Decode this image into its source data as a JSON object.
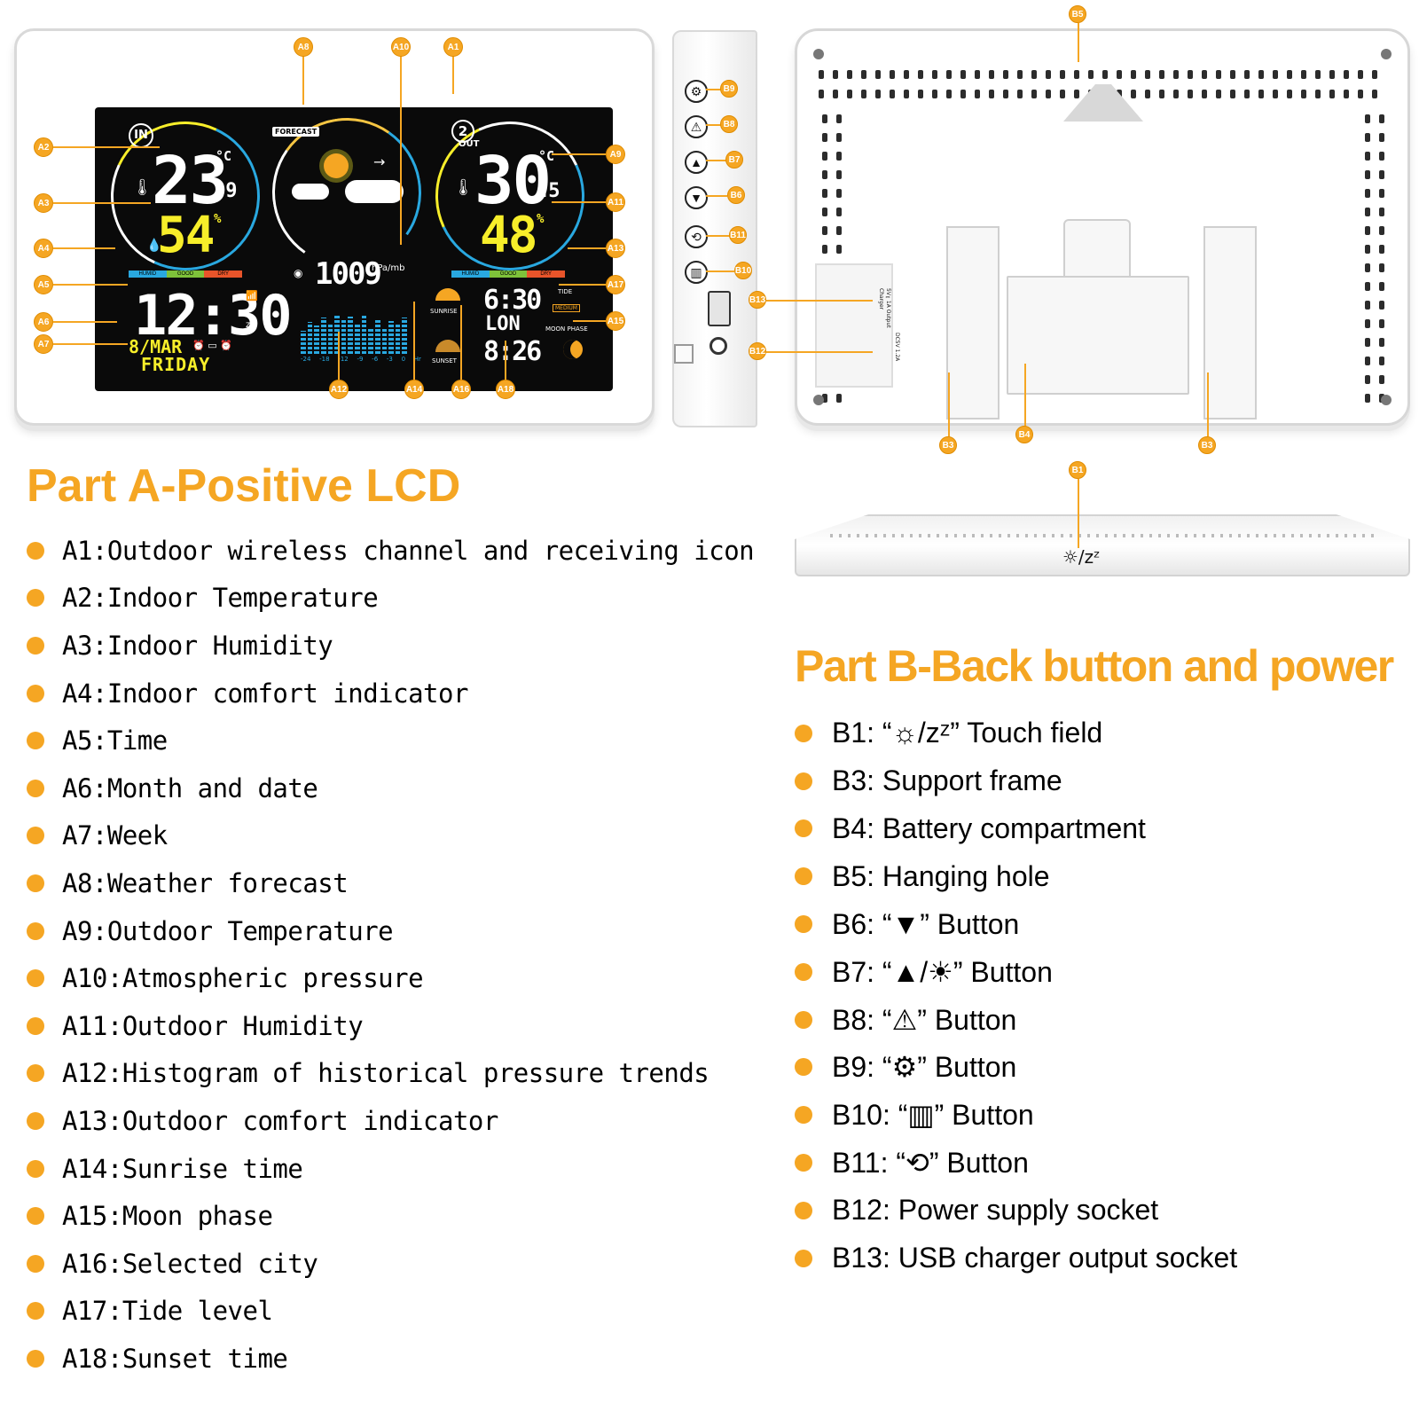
{
  "colors": {
    "accent": "#f5a623",
    "lcd_bg": "#0a0a0a",
    "digits_white": "#ffffff",
    "digits_yellow": "#f7ee2a"
  },
  "lcd": {
    "in_label": "IN",
    "out_label": "OUT",
    "forecast_label": "FORECAST",
    "indoor_temp": "23",
    "indoor_temp_dec": ".9",
    "indoor_temp_unit": "°C",
    "indoor_hum": "54",
    "indoor_hum_unit": "%",
    "outdoor_temp": "30",
    "outdoor_temp_dec": ".5",
    "outdoor_temp_unit": "°C",
    "outdoor_hum": "48",
    "outdoor_hum_unit": "%",
    "comfort": [
      "HUMID",
      "GOOD",
      "DRY"
    ],
    "pressure": "1009",
    "pressure_unit": "hPa/mb",
    "time": "12:30",
    "date": "8/MAR",
    "weekday": "FRIDAY",
    "sunrise_label": "SUNRISE",
    "sunrise_time": "6:30",
    "city": "LON",
    "sunset_label": "SUNSET",
    "sunset_time": "8:26",
    "tide_label": "TIDE",
    "tide_level": "MEDIUM",
    "moon_label": "MOON PHASE",
    "histogram_axis": [
      "-24",
      "-18",
      "-12",
      "-9",
      "-6",
      "-3",
      "0",
      "Hr"
    ],
    "histogram_levels": [
      0.45,
      0.62,
      0.55,
      0.7,
      0.58,
      0.78,
      0.66,
      0.72,
      0.6,
      0.74,
      0.52,
      0.68,
      0.48,
      0.63,
      0.57,
      0.71
    ]
  },
  "back_labels": {
    "usb": "5V⎓1A Output Charger",
    "dc": "DC5V 1.2A"
  },
  "bottom_label": "☼/zᶻ",
  "callouts": {
    "a": [
      "A1",
      "A2",
      "A3",
      "A4",
      "A5",
      "A6",
      "A7",
      "A8",
      "A9",
      "A10",
      "A11",
      "A12",
      "A13",
      "A14",
      "A15",
      "A16",
      "A17",
      "A18"
    ],
    "b": [
      "B1",
      "B3",
      "B3",
      "B4",
      "B5",
      "B6",
      "B7",
      "B8",
      "B9",
      "B10",
      "B11",
      "B12",
      "B13"
    ]
  },
  "part_a": {
    "title": "Part A-Positive LCD",
    "items": [
      "A1:Outdoor wireless channel and receiving icon",
      "A2:Indoor Temperature",
      "A3:Indoor Humidity",
      "A4:Indoor comfort indicator",
      "A5:Time",
      "A6:Month and date",
      "A7:Week",
      "A8:Weather forecast",
      "A9:Outdoor Temperature",
      "A10:Atmospheric pressure",
      "A11:Outdoor Humidity",
      "A12:Histogram of historical pressure trends",
      "A13:Outdoor comfort indicator",
      "A14:Sunrise time",
      "A15:Moon phase",
      "A16:Selected city",
      "A17:Tide level",
      "A18:Sunset time"
    ]
  },
  "part_b": {
    "title": "Part B-Back button and power",
    "items": [
      "B1: “☼/zᶻ” Touch field",
      "B3: Support frame",
      "B4: Battery compartment",
      "B5: Hanging hole",
      "B6: “▼” Button",
      "B7: “▲/☀” Button",
      "B8: “⚠” Button",
      "B9: “⚙” Button",
      "B10: “▥” Button",
      "B11: “⟲” Button",
      "B12: Power supply socket",
      "B13: USB charger output socket"
    ]
  }
}
